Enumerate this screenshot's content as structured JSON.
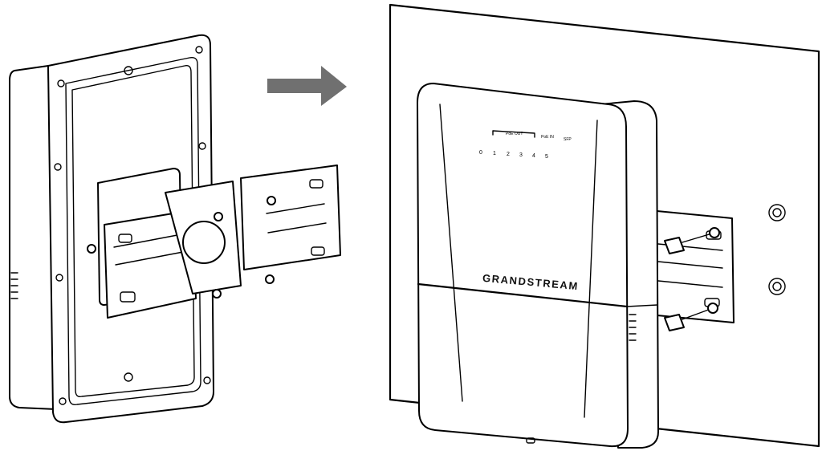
{
  "device": {
    "brand": "GRANDSTREAM",
    "group_label_poe_out": "PoE OUT",
    "group_label_poe_in": "PoE IN",
    "group_label_sfp": "SFP",
    "ports": [
      "0",
      "1",
      "2",
      "3",
      "4",
      "5"
    ]
  },
  "colors": {
    "line": "#000000",
    "arrow": "#707070",
    "background": "#ffffff"
  }
}
